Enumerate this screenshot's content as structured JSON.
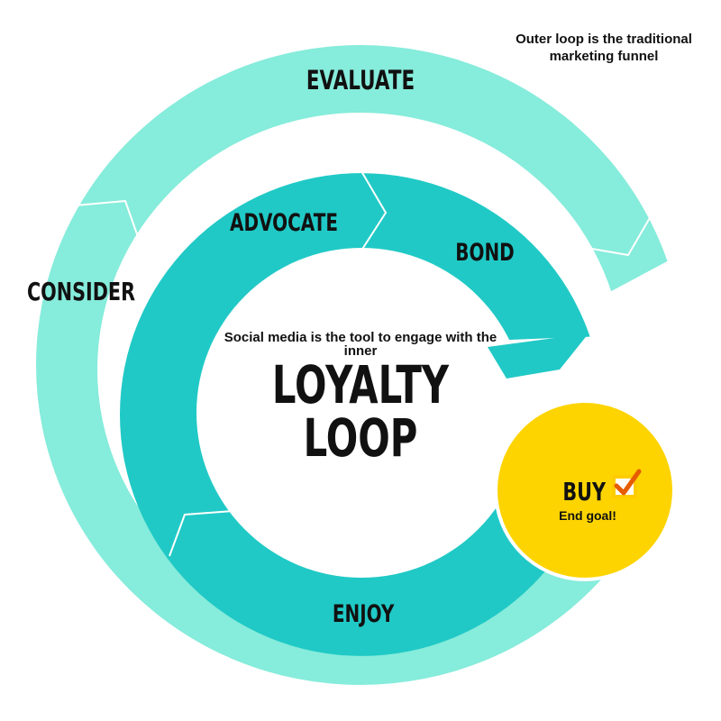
{
  "colors": {
    "outer_ring": "#86ecdb",
    "inner_ring": "#20c9c6",
    "goal_circle": "#fdd400",
    "goal_border": "#ffffff",
    "checkbox": "#ffcc00",
    "checkmark": "#e65c00",
    "text": "#111111"
  },
  "outer_loop": {
    "note": "Outer loop is the traditional marketing funnel",
    "stages": [
      "EVALUATE",
      "CONSIDER"
    ]
  },
  "inner_loop": {
    "intro": "Social media is the tool to engage with the inner",
    "title_line1": "LOYALTY",
    "title_line2": "LOOP",
    "stages": [
      "ADVOCATE",
      "BOND",
      "ENJOY"
    ]
  },
  "goal": {
    "label": "BUY",
    "sublabel": "End goal!",
    "check_icon": "checked-box-icon"
  }
}
